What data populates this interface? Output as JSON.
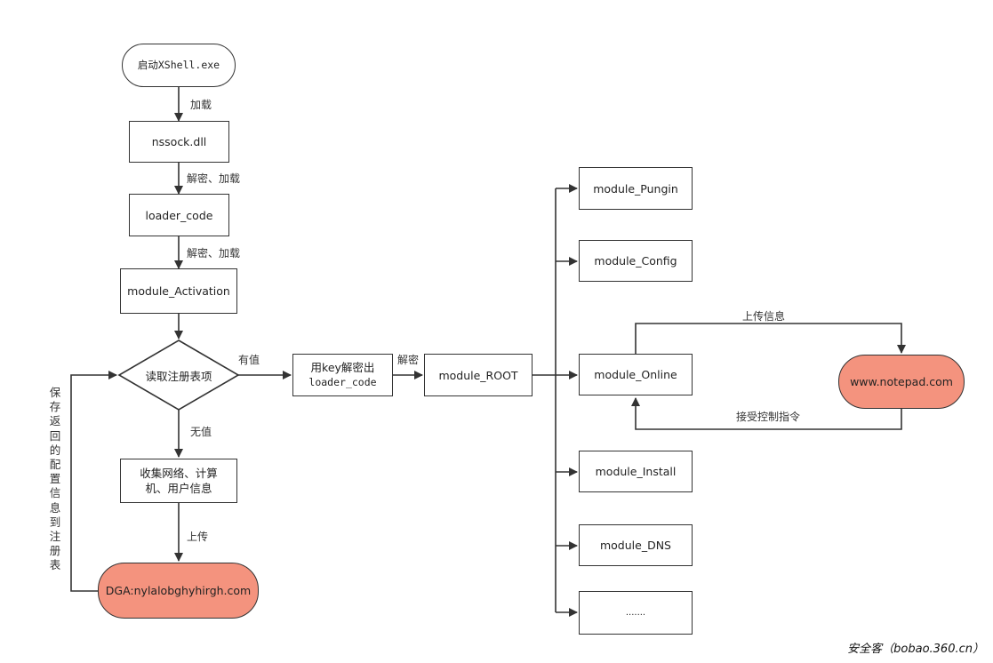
{
  "nodes": {
    "start": "启动XShell.exe",
    "nssock": "nssock.dll",
    "loader": "loader_code",
    "activation": "module_Activation",
    "read_registry": "读取注册表项",
    "decrypt_key_line1": "用key解密出",
    "decrypt_key_line2": "loader_code",
    "root": "module_ROOT",
    "collect_line1": "收集网络、计算",
    "collect_line2": "机、用户信息",
    "dga": "DGA:nylalobghyhirgh.com",
    "pungin": "module_Pungin",
    "config": "module_Config",
    "online": "module_Online",
    "notepad": "www.notepad.com",
    "install": "module_Install",
    "dns": "module_DNS",
    "more": "......."
  },
  "edges": {
    "load": "加载",
    "decrypt_load_1": "解密、加载",
    "decrypt_load_2": "解密、加载",
    "has_value": "有值",
    "decrypt": "解密",
    "no_value": "无值",
    "upload": "上传",
    "save_config": "保存返回的配置信息到注册表",
    "upload_info": "上传信息",
    "receive_cmd": "接受控制指令"
  },
  "watermark": "安全客（bobao.360.cn）",
  "colors": {
    "line": "#333333",
    "highlight": "#f4937e"
  }
}
